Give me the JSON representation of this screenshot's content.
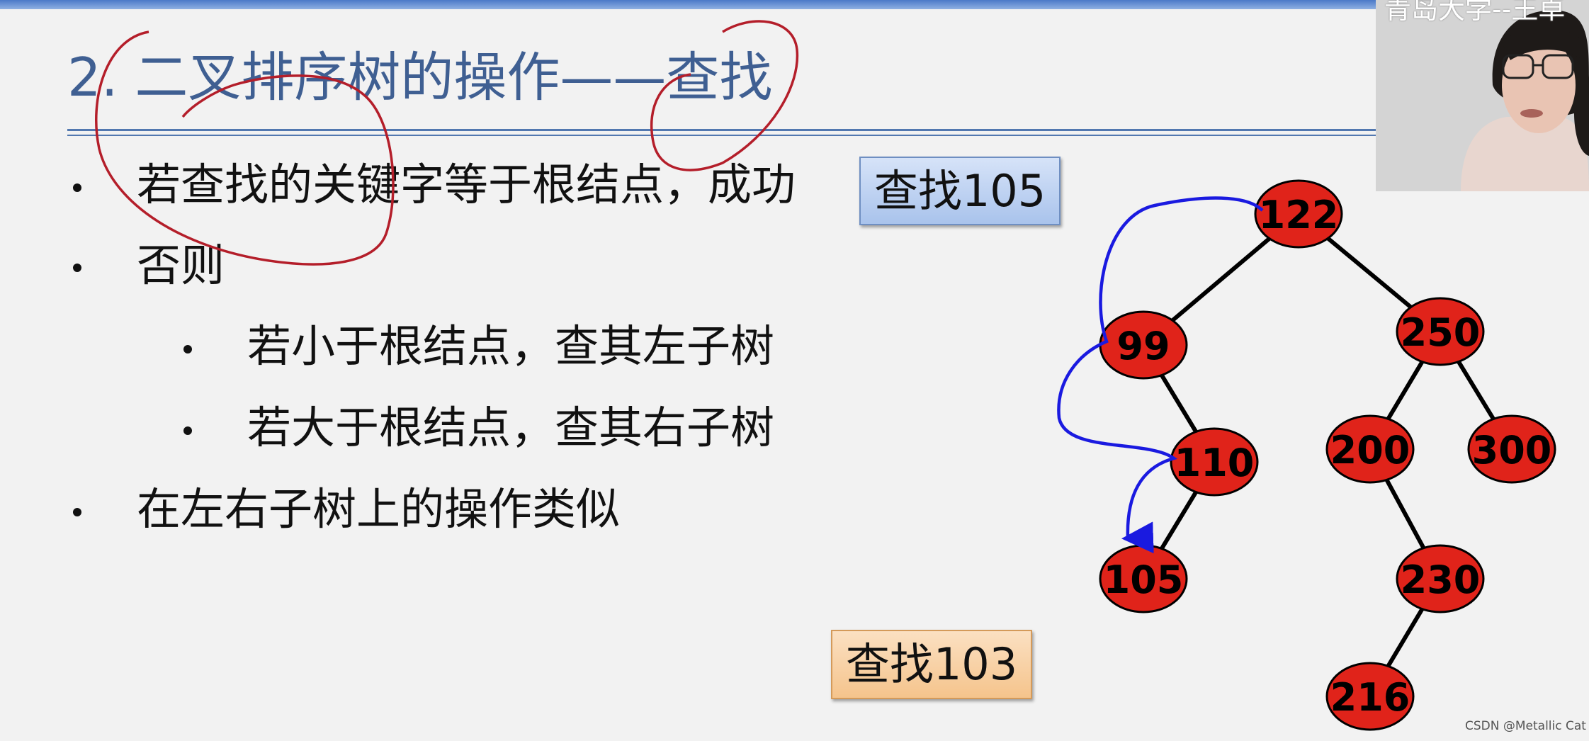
{
  "slide": {
    "title": "2. 二叉排序树的操作——查找",
    "bullets": [
      "若查找的关键字等于根结点，成功",
      "否则",
      "在左右子树上的操作类似"
    ],
    "sub_bullets": [
      "若小于根结点，查其左子树",
      "若大于根结点，查其右子树"
    ],
    "buttons": {
      "search_105": "查找105",
      "search_103": "查找103"
    }
  },
  "tree": {
    "node_color": "#e0231a",
    "path_color": "#1a1ae0",
    "annotation_color": "#b41e2a",
    "nodes": [
      {
        "id": "n122",
        "label": "122"
      },
      {
        "id": "n99",
        "label": "99"
      },
      {
        "id": "n250",
        "label": "250"
      },
      {
        "id": "n110",
        "label": "110"
      },
      {
        "id": "n200",
        "label": "200"
      },
      {
        "id": "n300",
        "label": "300"
      },
      {
        "id": "n105",
        "label": "105"
      },
      {
        "id": "n230",
        "label": "230"
      },
      {
        "id": "n216",
        "label": "216"
      }
    ],
    "edges": [
      [
        "n122",
        "n99"
      ],
      [
        "n122",
        "n250"
      ],
      [
        "n99",
        "n110"
      ],
      [
        "n250",
        "n200"
      ],
      [
        "n250",
        "n300"
      ],
      [
        "n110",
        "n105"
      ],
      [
        "n200",
        "n230"
      ],
      [
        "n230",
        "n216"
      ]
    ],
    "search_path": [
      "n122",
      "n99",
      "n110",
      "n105"
    ]
  },
  "webcam": {
    "caption": "青岛大学--王卓"
  },
  "watermark": "CSDN @Metallic Cat"
}
